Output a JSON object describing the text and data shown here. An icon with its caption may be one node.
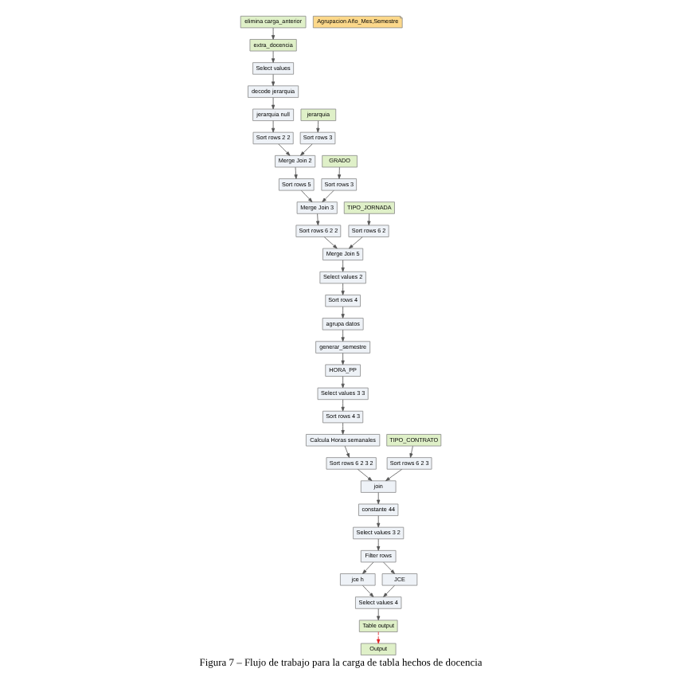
{
  "diagram": {
    "caption": "Figura 7 – Flujo de trabajo para la carga de tabla hechos de docencia",
    "nodes": [
      {
        "text": [
          "elimina carga_anterior"
        ]
      },
      {
        "text": [
          "decode jerarquia"
        ]
      },
      {
        "text": [
          "jerarquia null"
        ]
      },
      {
        "text": [
          "jerarquia"
        ]
      },
      {
        "text": [
          "GRADO"
        ]
      },
      {
        "text": [
          "TIPO_JORNADA"
        ]
      },
      {
        "text": [
          "extra_docencia"
        ]
      },
      {
        "text": [
          "Select values"
        ]
      },
      {
        "text": [
          "Sort rows 2 2"
        ]
      },
      {
        "text": [
          "Sort rows 3"
        ]
      },
      {
        "text": [
          "Merge Join 2"
        ]
      },
      {
        "text": [
          "Sort rows 5"
        ]
      },
      {
        "text": [
          "Sort rows 3"
        ]
      },
      {
        "text": [
          "Merge Join 3"
        ]
      },
      {
        "text": [
          "Sort rows 6 2 2"
        ]
      },
      {
        "text": [
          "Merge Join 5"
        ]
      },
      {
        "text": [
          "Sort rows 6 2"
        ]
      },
      {
        "text": [
          "Agrupacion Año_Mes,Semestre"
        ]
      },
      {
        "text": [
          "Select values 2"
        ]
      },
      {
        "text": [
          "Sort rows 4"
        ]
      },
      {
        "text": [
          "agrupa datos"
        ]
      },
      {
        "text": [
          "generar_semestre"
        ]
      },
      {
        "text": [
          "HORA_PP"
        ]
      },
      {
        "text": [
          "Select values 3 3"
        ]
      },
      {
        "text": [
          "Sort rows 4 3"
        ]
      },
      {
        "text": [
          "Calcula Horas semanales"
        ]
      },
      {
        "text": [
          "Sort rows 6 2 3 2"
        ]
      },
      {
        "text": [
          "join"
        ]
      },
      {
        "text": [
          "Sort rows 6 2 3"
        ]
      },
      {
        "text": [
          "TIPO_CONTRATO"
        ]
      },
      {
        "text": [
          "constante 44"
        ]
      },
      {
        "text": [
          "Select values 3 2"
        ]
      },
      {
        "text": [
          "Filter rows"
        ]
      },
      {
        "text": [
          "jce h"
        ]
      },
      {
        "text": [
          "JCE"
        ]
      },
      {
        "text": [
          "Select values 4"
        ]
      },
      {
        "text": [
          "Table output"
        ]
      },
      {
        "text": [
          "Output"
        ]
      }
    ],
    "edges": [
      {
        "from": 0,
        "to": 6,
        "arrow": "to"
      },
      {
        "from": 6,
        "to": 7,
        "arrow": "to"
      },
      {
        "from": 7,
        "to": 1,
        "arrow": "to"
      },
      {
        "from": 1,
        "to": 2,
        "arrow": "to"
      },
      {
        "from": 2,
        "to": 8,
        "arrow": "to"
      },
      {
        "from": 8,
        "to": 10,
        "arrow": "to"
      },
      {
        "from": 3,
        "to": 9,
        "arrow": "to"
      },
      {
        "from": 9,
        "to": 10,
        "arrow": "to"
      },
      {
        "from": 10,
        "to": 11,
        "arrow": "to"
      },
      {
        "from": 11,
        "to": 13,
        "arrow": "to"
      },
      {
        "from": 4,
        "to": 12,
        "arrow": "to"
      },
      {
        "from": 12,
        "to": 13,
        "arrow": "to"
      },
      {
        "from": 13,
        "to": 14,
        "arrow": "to"
      },
      {
        "from": 14,
        "to": 15,
        "arrow": "to"
      },
      {
        "from": 5,
        "to": 16,
        "arrow": "to"
      },
      {
        "from": 16,
        "to": 15,
        "arrow": "to"
      },
      {
        "from": 15,
        "to": 18,
        "arrow": "to"
      },
      {
        "from": 18,
        "to": 19,
        "arrow": "to"
      },
      {
        "from": 19,
        "to": 20,
        "arrow": "to"
      },
      {
        "from": 20,
        "to": 21,
        "arrow": "to"
      },
      {
        "from": 21,
        "to": 22,
        "arrow": "to"
      },
      {
        "from": 22,
        "to": 23,
        "arrow": "to"
      },
      {
        "from": 23,
        "to": 24,
        "arrow": "to"
      },
      {
        "from": 24,
        "to": 25,
        "arrow": "to"
      },
      {
        "from": 25,
        "to": 26,
        "arrow": "to"
      },
      {
        "from": 26,
        "to": 27,
        "arrow": "to"
      },
      {
        "from": 29,
        "to": 28,
        "arrow": "to"
      },
      {
        "from": 28,
        "to": 27,
        "arrow": "to"
      },
      {
        "from": 27,
        "to": 30,
        "arrow": "to"
      },
      {
        "from": 30,
        "to": 31,
        "arrow": "to"
      },
      {
        "from": 31,
        "to": 32,
        "arrow": "to"
      },
      {
        "from": 32,
        "to": 33,
        "arrow": "to"
      },
      {
        "from": 32,
        "to": 34,
        "arrow": "to"
      },
      {
        "from": 33,
        "to": 35,
        "arrow": "to"
      },
      {
        "from": 34,
        "to": 35,
        "arrow": "to"
      },
      {
        "from": 35,
        "to": 36,
        "arrow": "to"
      },
      {
        "from": 36,
        "to": 37,
        "arrow": "to",
        "style": "dashed",
        "color": "#e02020"
      }
    ]
  }
}
